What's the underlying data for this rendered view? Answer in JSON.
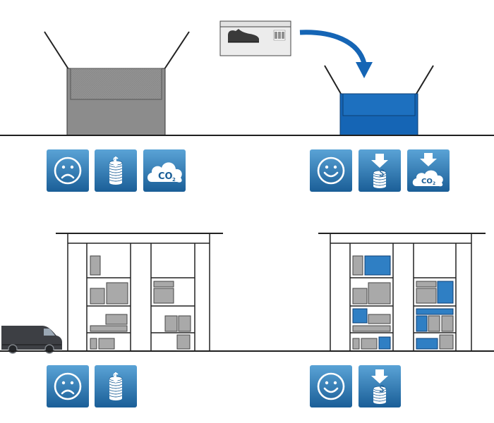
{
  "colors": {
    "ink": "#1f1f1f",
    "gray_box": "#8c8c8c",
    "blue_box": "#1565b5",
    "tile_light": "#5aa3d6",
    "tile_dark": "#1a5e97",
    "shelf_gray": "#a9a9a9",
    "shelf_blue": "#2f7fc4",
    "van": "#3d3f44"
  },
  "tiles": {
    "top_left": [
      "sad-face",
      "coins",
      "co2-cloud"
    ],
    "top_right": [
      "happy-face",
      "coins-decrease",
      "co2-decrease"
    ],
    "bottom_left": [
      "sad-face",
      "coins"
    ],
    "bottom_right": [
      "happy-face",
      "coins-decrease"
    ]
  },
  "co2": {
    "main": "CO",
    "sub": "2"
  }
}
